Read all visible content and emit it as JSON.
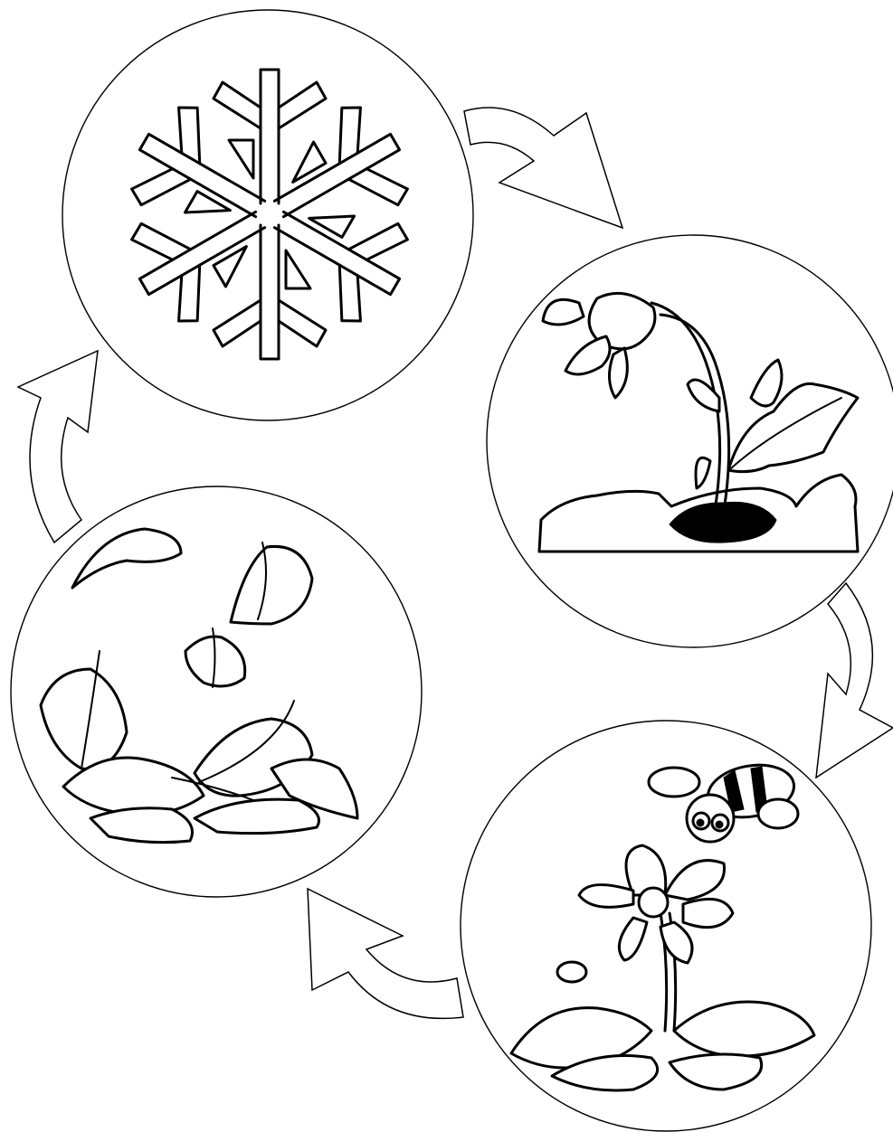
{
  "diagram": {
    "stages": [
      {
        "icon": "snowflake-icon"
      },
      {
        "icon": "sprouting-flower-icon"
      },
      {
        "icon": "flower-and-bee-icon"
      },
      {
        "icon": "falling-leaves-icon"
      }
    ],
    "arrows": [
      "clockwise-arrow",
      "clockwise-arrow",
      "clockwise-arrow",
      "clockwise-arrow"
    ],
    "colors": {
      "ink": "#000000",
      "paper": "#ffffff"
    }
  }
}
